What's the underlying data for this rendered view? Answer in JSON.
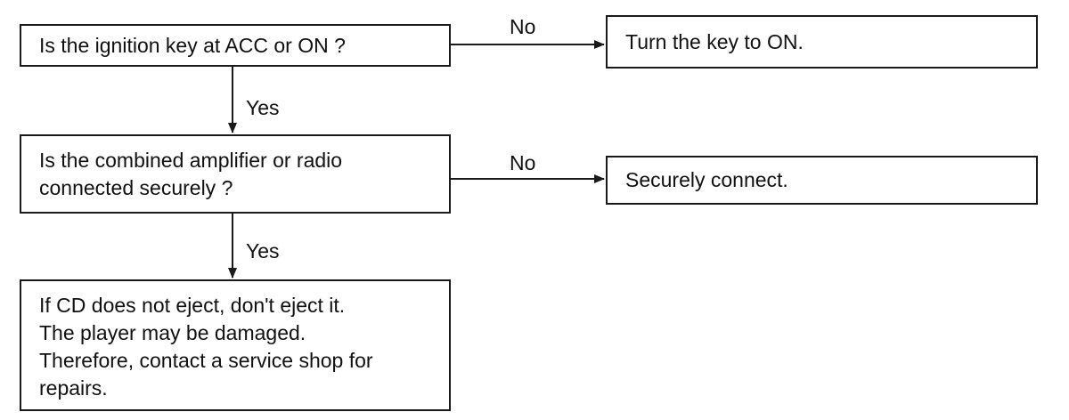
{
  "flowchart": {
    "q1": {
      "lines": [
        "Is the ignition key at ACC or ON ?"
      ]
    },
    "q1_no_action": {
      "lines": [
        "Turn the key to ON."
      ]
    },
    "q1_yes_label": "Yes",
    "q1_no_label": "No",
    "q2": {
      "lines": [
        "Is the combined amplifier or radio",
        "connected securely ?"
      ]
    },
    "q2_no_action": {
      "lines": [
        "Securely connect."
      ]
    },
    "q2_yes_label": "Yes",
    "q2_no_label": "No",
    "result": {
      "lines": [
        "If  CD does not eject, don't eject it.",
        "The player may be damaged.",
        "Therefore, contact a service shop for",
        "repairs."
      ]
    }
  }
}
